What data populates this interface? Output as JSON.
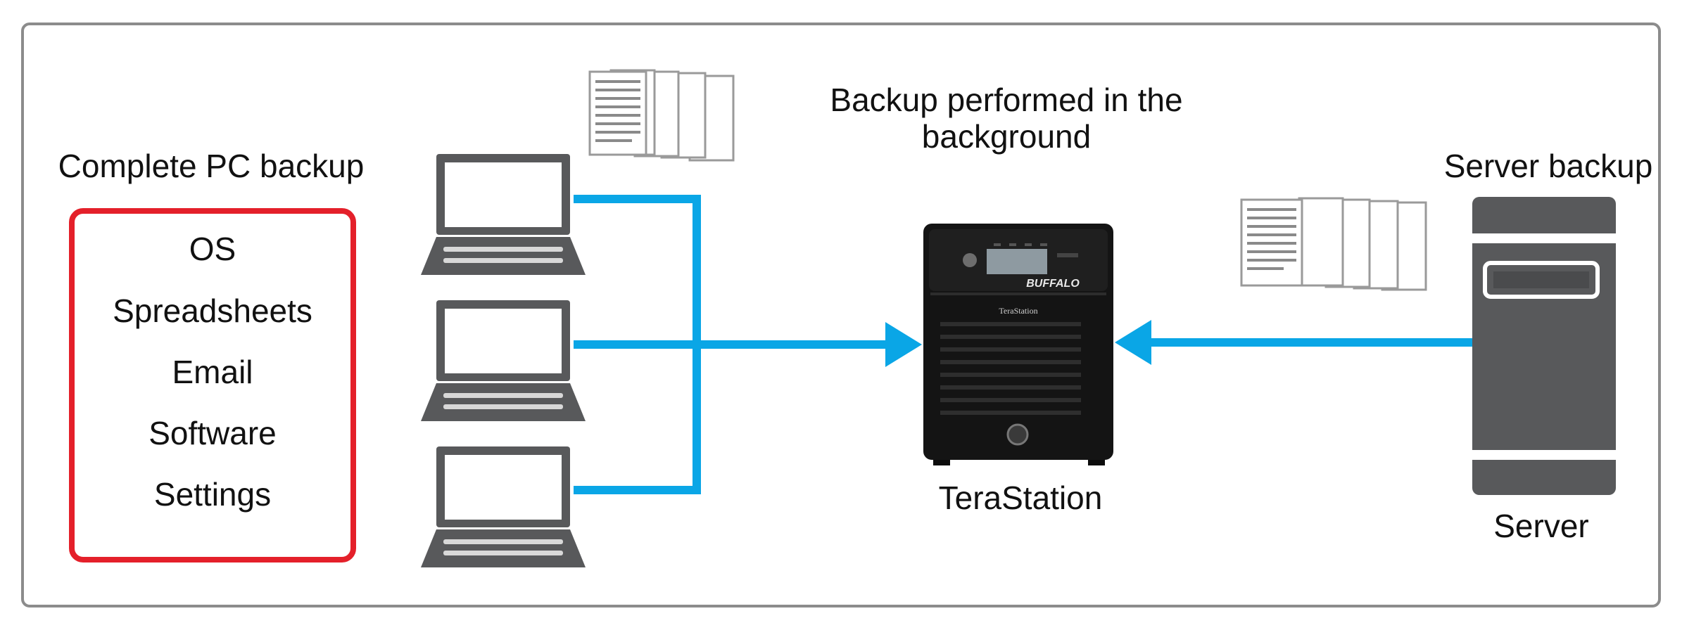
{
  "pc_backup": {
    "title": "Complete PC backup",
    "items": [
      "OS",
      "Spreadsheets",
      "Email",
      "Software",
      "Settings"
    ]
  },
  "background_note": "Backup performed in the background",
  "terastation": {
    "label": "TeraStation",
    "brand": "BUFFALO",
    "model_text": "TeraStation"
  },
  "server": {
    "title": "Server backup",
    "label": "Server"
  },
  "colors": {
    "arrow": "#0aa6e6",
    "box_border": "#e4202a",
    "laptop": "#58595b",
    "server_body": "#58595b",
    "frame": "#8c8c8c"
  }
}
